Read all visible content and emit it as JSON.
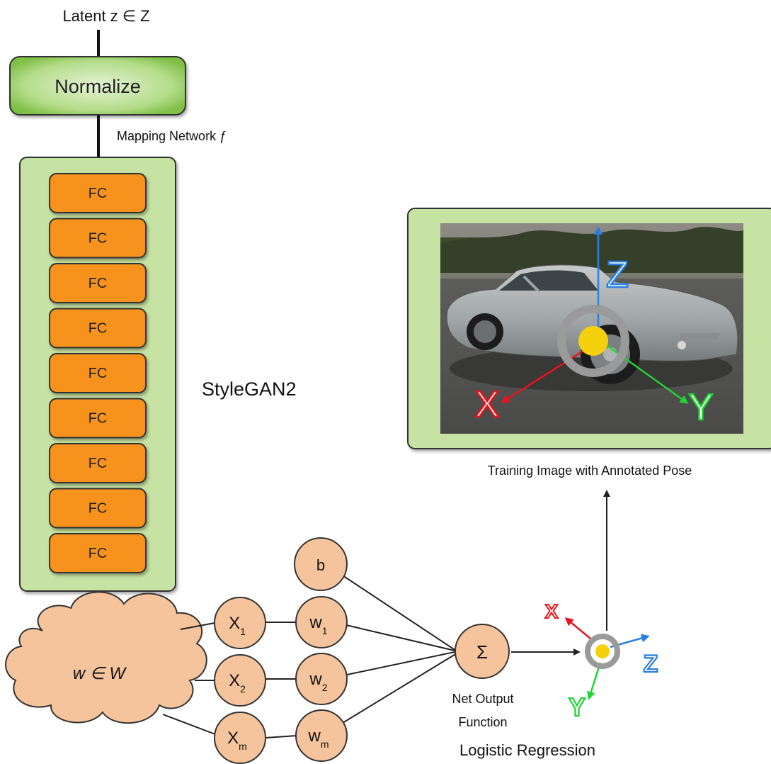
{
  "latent_label": "Latent z ∈ Z",
  "normalize_label": "Normalize",
  "mapping_label": "Mapping Network ƒ",
  "fc_label": "FC",
  "fc_count": 9,
  "stylegan_label": "StyleGAN2",
  "cloud_label": "w ∈ W",
  "input_nodes": [
    {
      "base": "X",
      "sub": "1"
    },
    {
      "base": "X",
      "sub": "2"
    },
    {
      "base": "X",
      "sub": "m"
    }
  ],
  "weight_nodes": [
    {
      "base": "w",
      "sub": "1"
    },
    {
      "base": "w",
      "sub": "2"
    },
    {
      "base": "w",
      "sub": "m"
    }
  ],
  "bias_label": "b",
  "sum_label": "Σ",
  "net_output_line1": "Net Output",
  "net_output_line2": "Function",
  "logistic_label": "Logistic Regression",
  "training_caption": "Training Image with Annotated Pose",
  "axis_labels": {
    "x": "X",
    "y": "Y",
    "z": "Z"
  },
  "colors": {
    "green_fill": "#c7e3a3",
    "normalize_green": "#8fcb57",
    "orange": "#f7931e",
    "peach": "#f5c49c",
    "axis_x": "#e8141b",
    "axis_y": "#21d334",
    "axis_z": "#2a7fe0",
    "ring_gray": "#9a9a9a",
    "dot_yellow": "#f5d00c"
  }
}
